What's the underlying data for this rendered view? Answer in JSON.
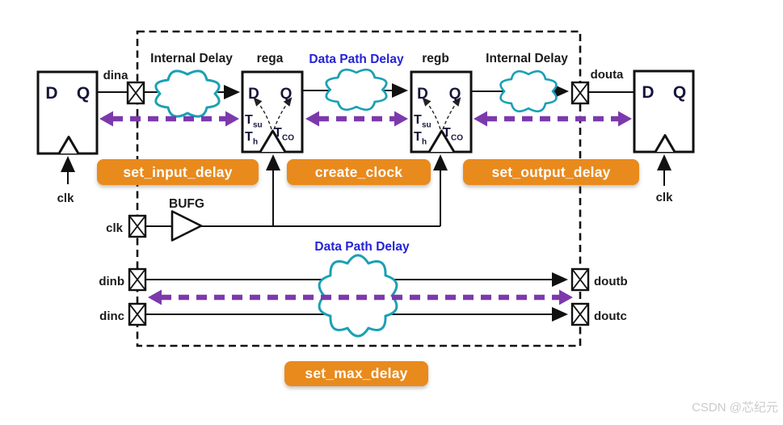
{
  "colors": {
    "accent_orange": "#E98A1D",
    "arrow_purple": "#7C39AC",
    "cloud_teal": "#1BA0B4",
    "delay_blue": "#2523D6",
    "ink": "#1B1B1B",
    "watermark_gray": "#CBCBCB"
  },
  "labels": {
    "internal_delay_left": "Internal Delay",
    "rega": "rega",
    "data_path_delay_top": "Data Path Delay",
    "regb": "regb",
    "internal_delay_right": "Internal Delay",
    "dina": "dina",
    "douta": "douta",
    "clk_left": "clk",
    "clk_right": "clk",
    "clk_bottom": "clk",
    "bufg": "BUFG",
    "dinb": "dinb",
    "dinc": "dinc",
    "doutb": "doutb",
    "doutc": "doutc",
    "data_path_delay_bottom": "Data Path Delay"
  },
  "ff": {
    "d": "D",
    "q": "Q"
  },
  "reg": {
    "d": "D",
    "q": "Q",
    "t": "T",
    "su": "su",
    "h": "h",
    "co": "CO"
  },
  "buttons": {
    "set_input_delay": "set_input_delay",
    "create_clock": "create_clock",
    "set_output_delay": "set_output_delay",
    "set_max_delay": "set_max_delay"
  },
  "watermark": "CSDN @芯纪元"
}
